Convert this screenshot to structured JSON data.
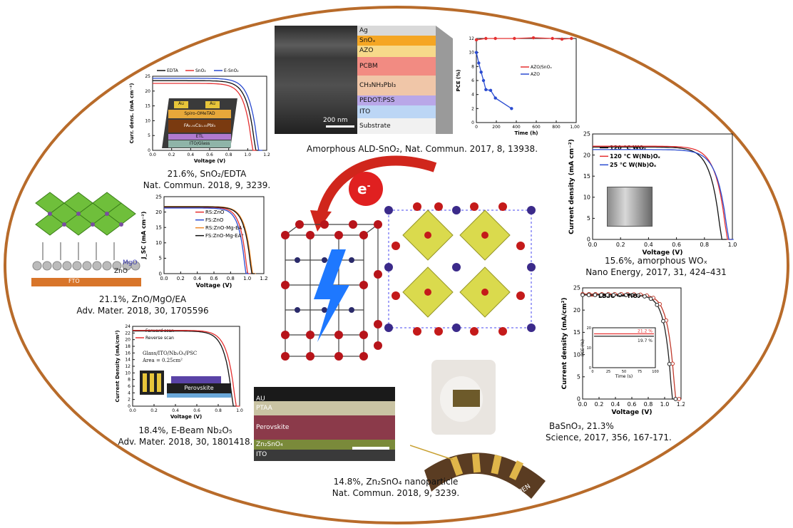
{
  "ring": {
    "color": "#b86b2a"
  },
  "e_label": "e",
  "e_sup": "-",
  "captions": {
    "top_center": "Amorphous ALD-SnO₂, Nat. Commun. 2017, 8, 13938.",
    "top_left_1": "21.6%, SnO₂/EDTA",
    "top_left_2": "Nat. Commun. 2018, 9, 3239.",
    "mid_left_1": "21.1%, ZnO/MgO/EA",
    "mid_left_2": "Adv. Mater. 2018, 30, 1705596",
    "bot_left_1": "18.4%, E-Beam Nb₂O₅",
    "bot_left_2": "Adv. Mater. 2018, 30, 1801418.",
    "bot_center_1": "14.8%, Zn₂SnO₄ nanoparticle",
    "bot_center_2": "Nat. Commun. 2018, 9, 3239.",
    "right_mid_1": "15.6%, amorphous WOₓ",
    "right_mid_2": "Nano Energy, 2017, 31, 424–431",
    "right_bot_1": "BaSnO₃, 21.3%",
    "right_bot_2": "Science, 2017, 356, 167-171."
  },
  "sem_top": {
    "scale_label": "200 nm",
    "layers": [
      "Ag",
      "SnOₓ",
      "AZO",
      "PCBM",
      "CH₃NH₃PbI₃",
      "PEDOT:PSS",
      "ITO",
      "Substrate"
    ]
  },
  "sem_bottom": {
    "layers": [
      "AU",
      "PTAA",
      "Perovskite",
      "Zn₂SnO₄",
      "ITO"
    ],
    "pen_label": "PEN"
  },
  "inset_labels": {
    "snO2_stack": [
      "Au",
      "Au",
      "Spiro-OMeTAD",
      "FA₀.₉₅Cs₀.₀₅PbI₃",
      "ETL",
      "ITO/Glass"
    ],
    "zno_stack": [
      "ZnO",
      "FTO",
      "MgO"
    ],
    "nb_stack": [
      "Glass/ITO/Nb₂O₅/PSC",
      "Area = 0.25cm²",
      "Perovskite"
    ]
  },
  "chart_data": [
    {
      "type": "line",
      "title": "",
      "xlabel": "Voltage (V)",
      "ylabel": "Curr. dens. (mA cm⁻²)",
      "xlim": [
        0.0,
        1.2
      ],
      "ylim": [
        0,
        25
      ],
      "xticks": [
        "0.0",
        "0.2",
        "0.4",
        "0.6",
        "0.8",
        "1.0",
        "1.2"
      ],
      "yticks": [
        "0",
        "5",
        "10",
        "15",
        "20",
        "25"
      ],
      "series": [
        {
          "name": "EDTA",
          "color": "#111111",
          "jsc": 23.5,
          "voc": 1.08
        },
        {
          "name": "SnO₂",
          "color": "#e53030",
          "jsc": 22.6,
          "voc": 1.05
        },
        {
          "name": "E-SnO₂",
          "color": "#2a4bd0",
          "jsc": 24.3,
          "voc": 1.11
        }
      ]
    },
    {
      "type": "line",
      "title": "",
      "xlabel": "Time (h)",
      "ylabel": "PCE (%)",
      "xlim": [
        0,
        1050
      ],
      "ylim": [
        0,
        12
      ],
      "xticks": [
        "0",
        "200",
        "400",
        "600",
        "800",
        "1,000"
      ],
      "yticks": [
        "0",
        "2",
        "4",
        "6",
        "8",
        "10",
        "12"
      ],
      "series": [
        {
          "name": "AZO/SnOₓ",
          "color": "#e53030",
          "x": [
            0,
            100,
            200,
            400,
            600,
            800,
            900,
            1000
          ],
          "y": [
            11.8,
            12.0,
            12.0,
            12.0,
            12.1,
            12.0,
            11.9,
            12.0
          ]
        },
        {
          "name": "AZO",
          "color": "#2a4bd0",
          "x": [
            0,
            25,
            50,
            75,
            100,
            150,
            200,
            370
          ],
          "y": [
            10.0,
            8.5,
            7.2,
            6.0,
            4.7,
            4.6,
            3.5,
            2.0
          ]
        }
      ]
    },
    {
      "type": "line",
      "title": "",
      "xlabel": "Voltage (V)",
      "ylabel": "J_SC (mA cm⁻²)",
      "xlim": [
        0.0,
        1.2
      ],
      "ylim": [
        0,
        25
      ],
      "xticks": [
        "0.0",
        "0.2",
        "0.4",
        "0.6",
        "0.8",
        "1.0",
        "1.2"
      ],
      "yticks": [
        "0",
        "5",
        "10",
        "15",
        "20",
        "25"
      ],
      "series": [
        {
          "name": "RS:ZnO",
          "color": "#e53030",
          "jsc": 21.6,
          "voc": 1.0
        },
        {
          "name": "FS:ZnO",
          "color": "#2a4bd0",
          "jsc": 21.3,
          "voc": 0.98
        },
        {
          "name": "RS:ZnO-Mg-EA⁺",
          "color": "#f08a2a",
          "jsc": 21.8,
          "voc": 1.06
        },
        {
          "name": "FS:ZnO-Mg-EA⁺",
          "color": "#111111",
          "jsc": 21.7,
          "voc": 1.05
        }
      ]
    },
    {
      "type": "line",
      "title": "",
      "xlabel": "Voltage (V)",
      "ylabel": "Current Density (mA/cm²)",
      "xlim": [
        0.0,
        1.1
      ],
      "ylim": [
        0,
        24
      ],
      "xticks": [
        "0.0",
        "0.2",
        "0.4",
        "0.6",
        "0.8",
        "1.0"
      ],
      "yticks": [
        "0",
        "2",
        "4",
        "6",
        "8",
        "10",
        "12",
        "14",
        "16",
        "18",
        "20",
        "22",
        "24"
      ],
      "series": [
        {
          "name": "Forward scan",
          "color": "#111111",
          "jsc": 22.6,
          "voc": 1.03
        },
        {
          "name": "Reverse scan",
          "color": "#e53030",
          "jsc": 22.8,
          "voc": 1.06
        }
      ]
    },
    {
      "type": "line",
      "title": "",
      "xlabel": "Voltage (V)",
      "ylabel": "Current density (mA cm⁻²)",
      "xlim": [
        0.0,
        1.0
      ],
      "ylim": [
        0,
        25
      ],
      "xticks": [
        "0.0",
        "0.2",
        "0.4",
        "0.6",
        "0.8",
        "1.0"
      ],
      "yticks": [
        "0",
        "5",
        "10",
        "15",
        "20",
        "25"
      ],
      "series": [
        {
          "name": "120 °C WOₓ",
          "color": "#111111",
          "jsc": 21.9,
          "voc": 0.92
        },
        {
          "name": "120 °C W(Nb)Oₓ",
          "color": "#e53030",
          "jsc": 22.1,
          "voc": 0.96
        },
        {
          "name": "25 °C W(Nb)Oₓ",
          "color": "#2a4bd0",
          "jsc": 21.3,
          "voc": 0.97
        }
      ]
    },
    {
      "type": "line",
      "title": "",
      "xlabel": "Voltage (V)",
      "ylabel": "Current density (mA/cm²)",
      "xlim": [
        0.0,
        1.2
      ],
      "ylim": [
        0,
        25
      ],
      "xticks": [
        "0.0",
        "0.2",
        "0.4",
        "0.6",
        "0.8",
        "1.0",
        "1.2"
      ],
      "yticks": [
        "0",
        "5",
        "10",
        "15",
        "20",
        "25"
      ],
      "series": [
        {
          "name": "LBSO",
          "color": "#c0392b",
          "jsc": 23.6,
          "voc": 1.13
        },
        {
          "name": "TiO₂",
          "color": "#222222",
          "jsc": 23.4,
          "voc": 1.09
        }
      ],
      "inset": {
        "xlabel": "Time (s)",
        "ylabel": "PCE (%)",
        "xticks": [
          "0",
          "25",
          "50",
          "75",
          "100"
        ],
        "yticks": [
          "0",
          "10",
          "20"
        ],
        "series": [
          {
            "name": "21.2 %",
            "color": "#e53030",
            "value": 21.2
          },
          {
            "name": "19.7 %",
            "color": "#222222",
            "value": 19.7
          }
        ]
      }
    }
  ]
}
